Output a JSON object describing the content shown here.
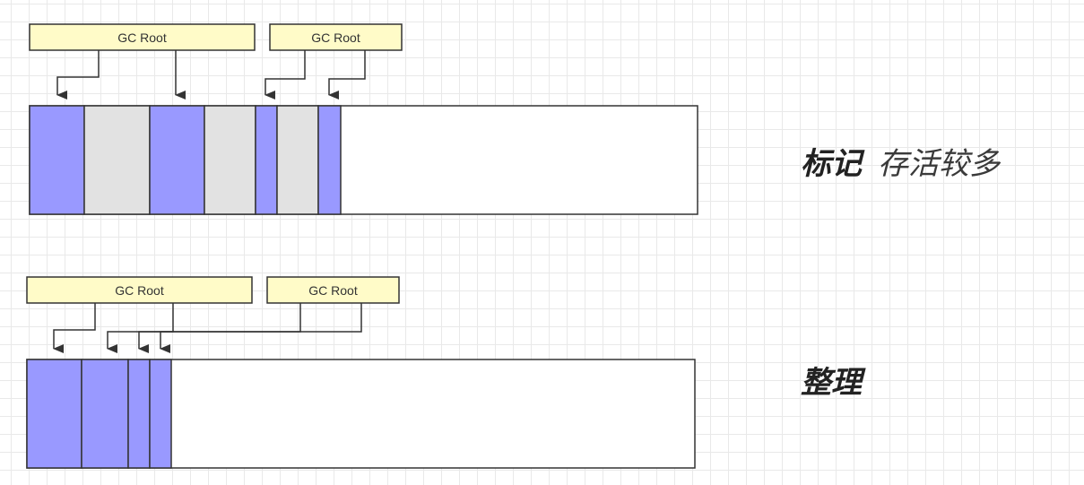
{
  "top_panel": {
    "roots": [
      {
        "label": "GC Root"
      },
      {
        "label": "GC Root"
      }
    ],
    "caption_bold": "标记",
    "caption_light": "存活较多"
  },
  "bottom_panel": {
    "roots": [
      {
        "label": "GC Root"
      },
      {
        "label": "GC Root"
      }
    ],
    "caption_bold": "整理"
  },
  "colors": {
    "root_box_fill": "#fffbc8",
    "root_box_border": "#333333",
    "live_block": "#9999ff",
    "dead_block": "#e2e2e2",
    "free_space": "#ffffff",
    "line": "#333333",
    "grid": "#e9e9e9"
  }
}
